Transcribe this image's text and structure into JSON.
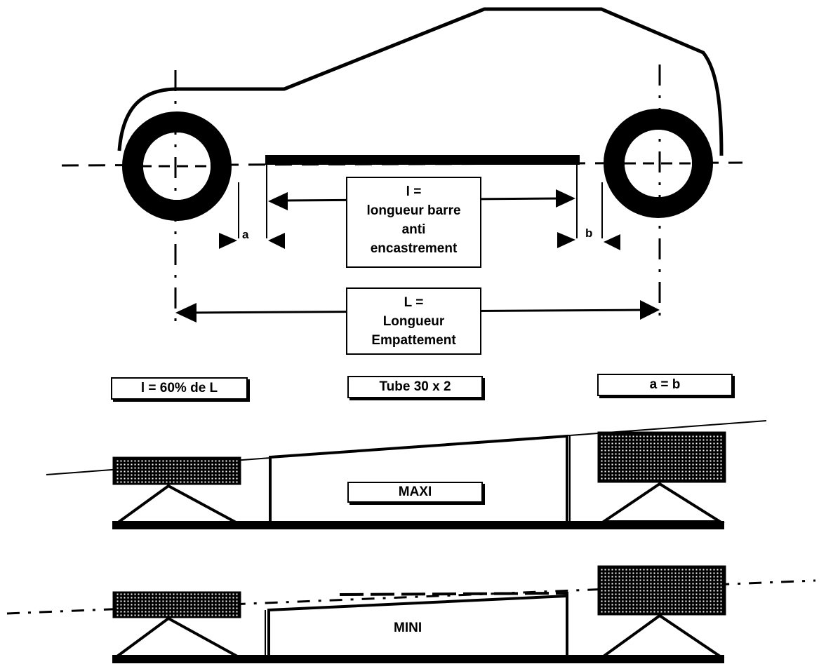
{
  "diagram": {
    "bar_label": {
      "line1": "l =",
      "line2": "longueur barre",
      "line3": "anti",
      "line4": "encastrement"
    },
    "wheelbase_label": {
      "line1": "L =",
      "line2": "Longueur",
      "line3": "Empattement"
    },
    "gap_a": "a",
    "gap_b": "b",
    "rule_length": "l = 60% de L",
    "rule_tube": "Tube 30 x 2",
    "rule_equal": "a = b",
    "ramp_max_label": "MAXI",
    "ramp_min_label": "MINI"
  }
}
